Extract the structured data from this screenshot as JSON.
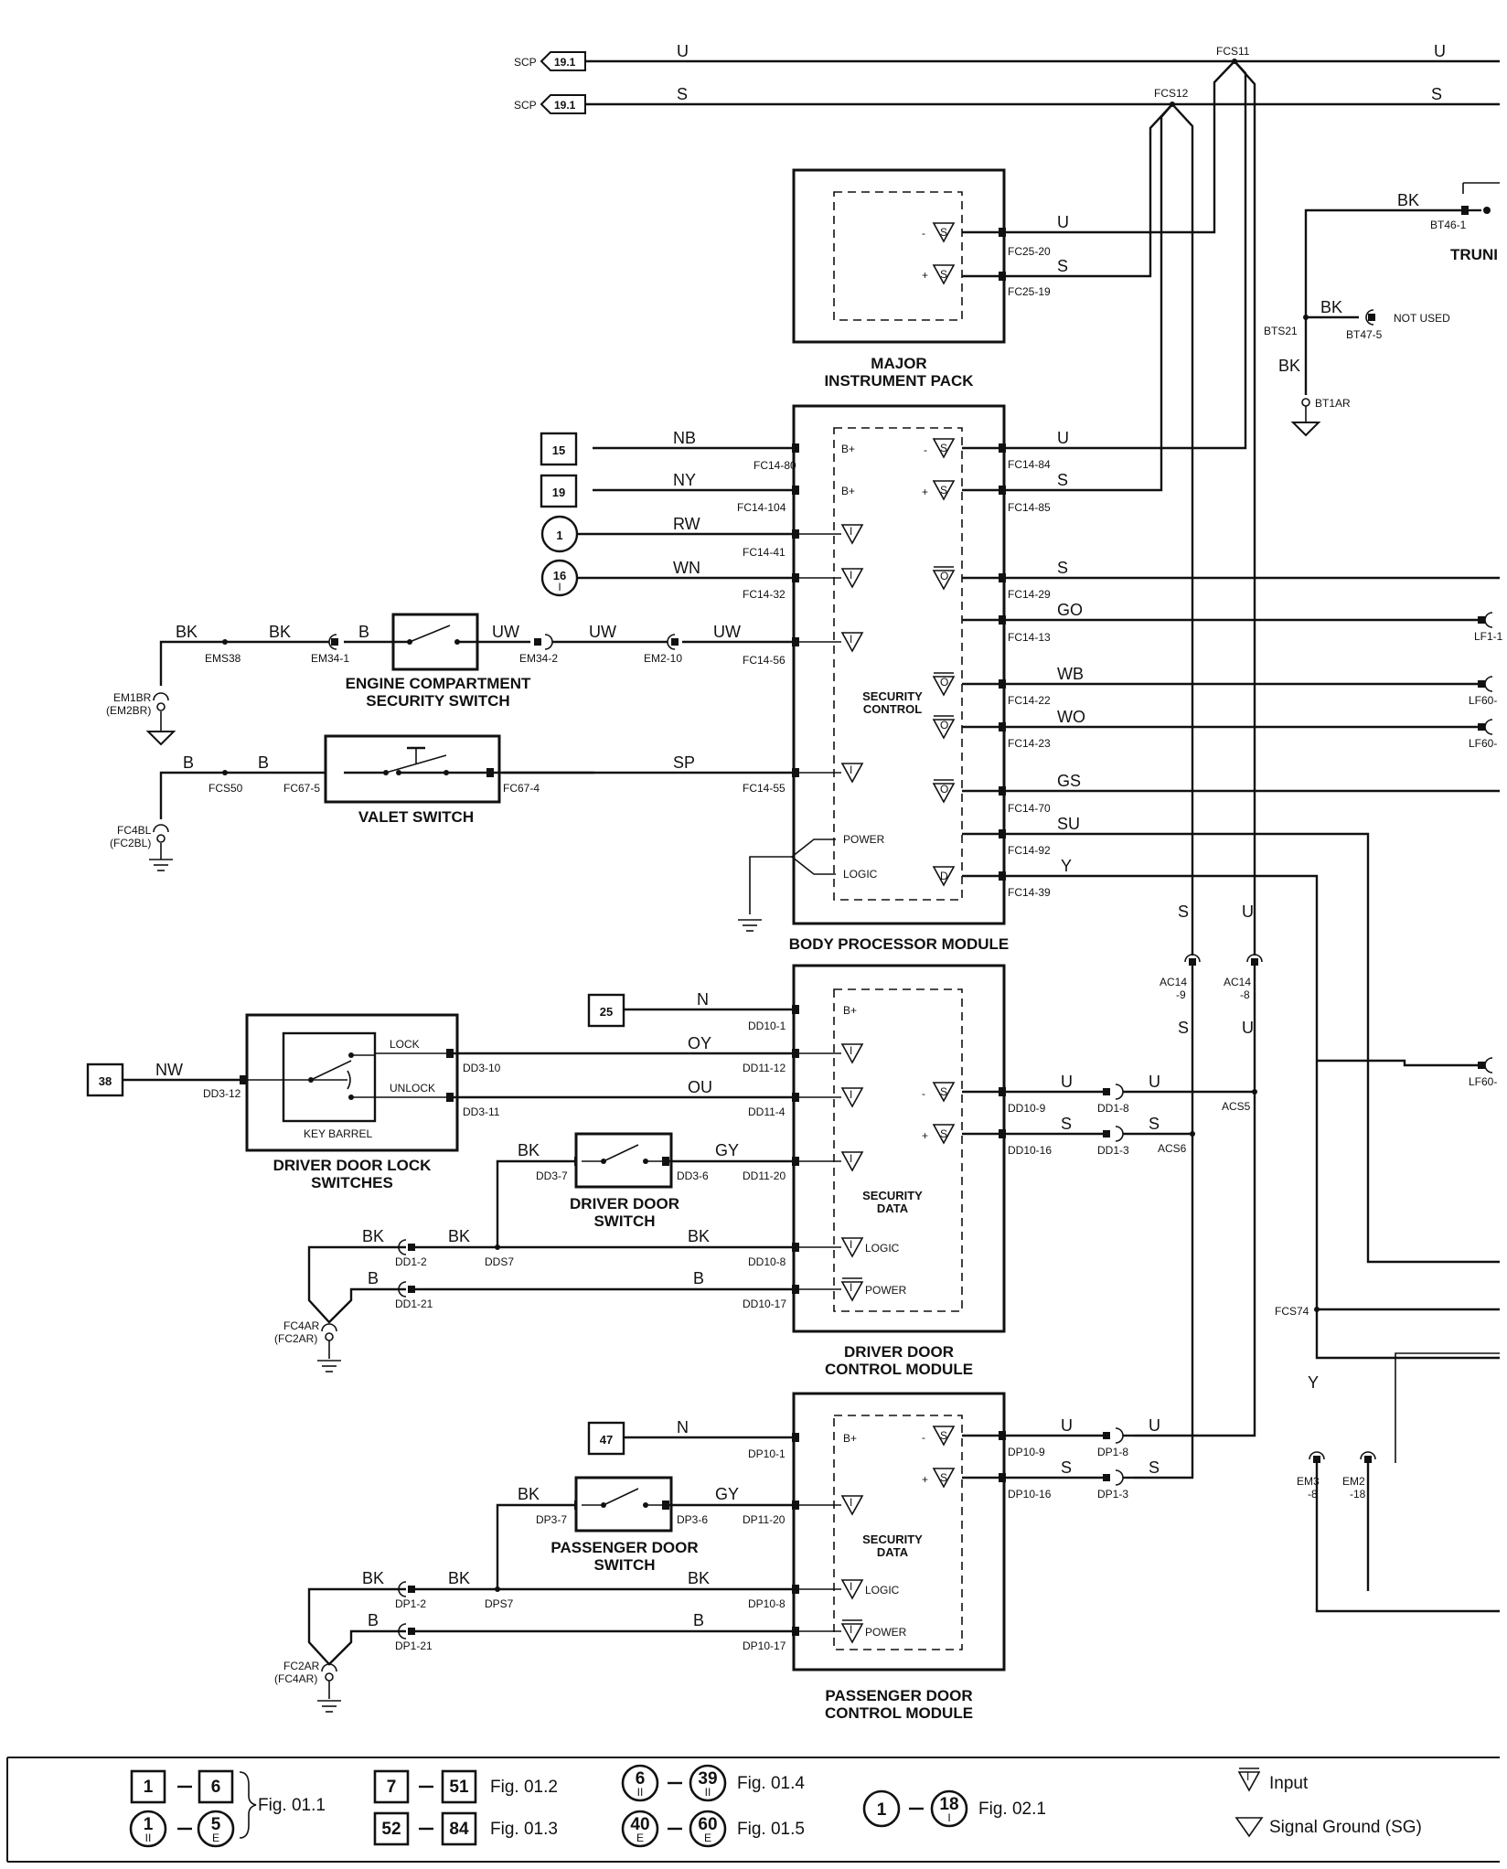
{
  "scp": {
    "label": "SCP",
    "ref": "19.1"
  },
  "wires": {
    "u": "U",
    "s": "S",
    "bk": "BK",
    "b": "B",
    "nb": "NB",
    "ny": "NY",
    "rw": "RW",
    "wn": "WN",
    "uw": "UW",
    "sp": "SP",
    "go": "GO",
    "wb": "WB",
    "wo": "WO",
    "gs": "GS",
    "su": "SU",
    "y": "Y",
    "n": "N",
    "oy": "OY",
    "ou": "OU",
    "gy": "GY",
    "nw": "NW"
  },
  "splices": {
    "fcs11": "FCS11",
    "fcs12": "FCS12",
    "ems38": "EMS38",
    "fcs50": "FCS50",
    "bts21": "BTS21",
    "acs5": "ACS5",
    "acs6": "ACS6",
    "dds7": "DDS7",
    "dps7": "DPS7",
    "fcs74": "FCS74"
  },
  "grounds": {
    "em1br": "EM1BR",
    "em2br": "(EM2BR)",
    "fc4bl": "FC4BL",
    "fc2bl": "(FC2BL)",
    "fc4ar": "FC4AR",
    "fc2ar_p": "(FC2AR)",
    "fc2ar": "FC2AR",
    "fc4ar_p": "(FC4AR)",
    "bt1ar": "BT1AR"
  },
  "connectors": {
    "fc25_20": "FC25-20",
    "fc25_19": "FC25-19",
    "fc14_80": "FC14-80",
    "fc14_104": "FC14-104",
    "fc14_41": "FC14-41",
    "fc14_32": "FC14-32",
    "fc14_56": "FC14-56",
    "fc14_55": "FC14-55",
    "fc14_84": "FC14-84",
    "fc14_85": "FC14-85",
    "fc14_29": "FC14-29",
    "fc14_13": "FC14-13",
    "fc14_22": "FC14-22",
    "fc14_23": "FC14-23",
    "fc14_70": "FC14-70",
    "fc14_92": "FC14-92",
    "fc14_39": "FC14-39",
    "em34_1": "EM34-1",
    "em34_2": "EM34-2",
    "em2_10": "EM2-10",
    "fc67_5": "FC67-5",
    "fc67_4": "FC67-4",
    "bt46_1": "BT46-1",
    "bt47_5": "BT47-5",
    "not_used": "NOT USED",
    "lf1_1": "LF1-1",
    "lf60_a": "LF60-",
    "lf60_b": "LF60-",
    "lf60_c": "LF60-",
    "ac14_9a": "AC14",
    "ac14_9b": "-9",
    "ac14_8a": "AC14",
    "ac14_8b": "-8",
    "dd3_12": "DD3-12",
    "dd3_10": "DD3-10",
    "dd3_11": "DD3-11",
    "dd3_7": "DD3-7",
    "dd3_6": "DD3-6",
    "dd10_1": "DD10-1",
    "dd11_12": "DD11-12",
    "dd11_4": "DD11-4",
    "dd11_20": "DD11-20",
    "dd10_8": "DD10-8",
    "dd10_17": "DD10-17",
    "dd10_9": "DD10-9",
    "dd10_16": "DD10-16",
    "dd1_8": "DD1-8",
    "dd1_3": "DD1-3",
    "dd1_2": "DD1-2",
    "dd1_21": "DD1-21",
    "dp10_1": "DP10-1",
    "dp11_20": "DP11-20",
    "dp10_8": "DP10-8",
    "dp10_17": "DP10-17",
    "dp10_9": "DP10-9",
    "dp10_16": "DP10-16",
    "dp1_8": "DP1-8",
    "dp1_3": "DP1-3",
    "dp1_2": "DP1-2",
    "dp1_21": "DP1-21",
    "dp3_7": "DP3-7",
    "dp3_6": "DP3-6",
    "em3_a": "EM3",
    "em3_b": "-8",
    "em2_a": "EM2",
    "em2_b": "-18"
  },
  "refs": {
    "r15": "15",
    "r19": "19",
    "r1": "1",
    "r16": "16",
    "r16sub": "I",
    "r25": "25",
    "r38": "38",
    "r47": "47"
  },
  "components": {
    "instrument_pack": {
      "line1": "MAJOR",
      "line2": "INSTRUMENT PACK"
    },
    "bpm": {
      "title": "BODY PROCESSOR MODULE",
      "inner1": "SECURITY",
      "inner2": "CONTROL",
      "b1": "B+",
      "b2": "B+",
      "power": "POWER",
      "logic": "LOGIC"
    },
    "eng_switch": {
      "line1": "ENGINE COMPARTMENT",
      "line2": "SECURITY SWITCH"
    },
    "valet": {
      "title": "VALET SWITCH"
    },
    "lock_switches": {
      "line1": "DRIVER DOOR LOCK",
      "line2": "SWITCHES",
      "barrel": "KEY BARREL",
      "lock": "LOCK",
      "unlock": "UNLOCK"
    },
    "driver_switch": {
      "line1": "DRIVER DOOR",
      "line2": "SWITCH"
    },
    "ddcm": {
      "line1": "DRIVER DOOR",
      "line2": "CONTROL MODULE",
      "inner1": "SECURITY",
      "inner2": "DATA",
      "b1": "B+",
      "logic": "LOGIC",
      "power": "POWER"
    },
    "pass_switch": {
      "line1": "PASSENGER DOOR",
      "line2": "SWITCH"
    },
    "pdcm": {
      "line1": "PASSENGER DOOR",
      "line2": "CONTROL MODULE",
      "inner1": "SECURITY",
      "inner2": "DATA",
      "b1": "B+",
      "logic": "LOGIC",
      "power": "POWER"
    },
    "trunk": {
      "label": "TRUNI"
    }
  },
  "symbols": {
    "scp_minus": "S",
    "scp_plus": "S",
    "input": "I",
    "output": "O",
    "data": "D",
    "minus": "-",
    "plus": "+"
  },
  "legend": {
    "r1a": "1",
    "r1b": "6",
    "r1c": "1",
    "r1c_sub": "II",
    "r1d": "5",
    "r1d_sub": "E",
    "fig1": "Fig. 01.1",
    "r2a": "7",
    "r2b": "51",
    "fig2": "Fig. 01.2",
    "r3a": "52",
    "r3b": "84",
    "fig3": "Fig. 01.3",
    "r4a": "6",
    "r4a_sub": "II",
    "r4b": "39",
    "r4b_sub": "II",
    "fig4": "Fig. 01.4",
    "r5a": "40",
    "r5a_sub": "E",
    "r5b": "60",
    "r5b_sub": "E",
    "fig5": "Fig. 01.5",
    "r6a": "1",
    "r6b": "18",
    "r6b_sub": "I",
    "fig6": "Fig. 02.1",
    "input": "Input",
    "signal_ground": "Signal Ground (SG)"
  }
}
